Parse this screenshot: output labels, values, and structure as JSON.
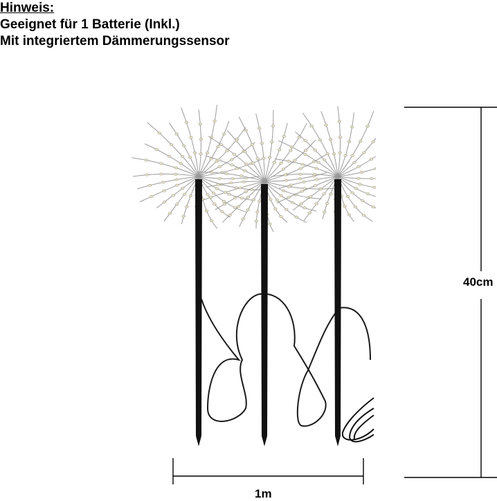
{
  "notes": {
    "heading": "Hinweis:",
    "line1": "Geeignet für 1 Batterie (Inkl.)",
    "line2": "Mit integriertem Dämmerungssensor"
  },
  "dimensions": {
    "height": "40cm",
    "width": "1m"
  },
  "product": {
    "units": 3,
    "stake_color": "#111111",
    "wire_color": "#9a9a9a",
    "led_color": "#e8e2c8"
  }
}
